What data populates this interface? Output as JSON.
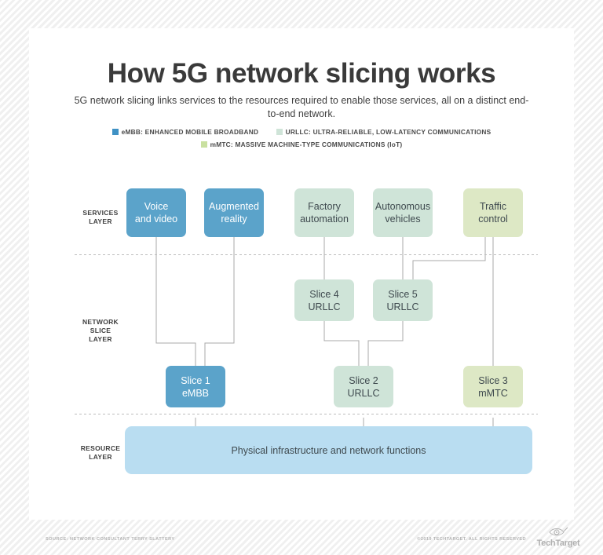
{
  "header": {
    "title": "How 5G network slicing works",
    "subtitle": "5G network slicing links services to the resources required to enable those services, all on a distinct end-to-end network."
  },
  "legend": {
    "items": [
      {
        "label": "eMBB: ENHANCED MOBILE BROADBAND",
        "color": "#3f91c4"
      },
      {
        "label": "URLLC: ULTRA-RELIABLE, LOW-LATENCY COMMUNICATIONS",
        "color": "#cfe4d8"
      },
      {
        "label": "mMTC: MASSIVE MACHINE-TYPE COMMUNICATIONS (IoT)",
        "color": "#c9e0a0"
      }
    ]
  },
  "layers": [
    {
      "name": "services",
      "label": "SERVICES\nLAYER",
      "label_lines": [
        "SERVICES",
        "LAYER"
      ]
    },
    {
      "name": "network-slice",
      "label_lines": [
        "NETWORK",
        "SLICE",
        "LAYER"
      ]
    },
    {
      "name": "resource",
      "label_lines": [
        "RESOURCE",
        "LAYER"
      ]
    }
  ],
  "services": [
    {
      "id": "voice-and-video",
      "lines": [
        "Voice",
        "and video"
      ],
      "category": "eMBB",
      "color": "#5ba3ca"
    },
    {
      "id": "augmented-reality",
      "lines": [
        "Augmented",
        "reality"
      ],
      "category": "eMBB",
      "color": "#5ba3ca"
    },
    {
      "id": "factory-automation",
      "lines": [
        "Factory",
        "automation"
      ],
      "category": "URLLC",
      "color": "#cfe4d8"
    },
    {
      "id": "autonomous-vehicles",
      "lines": [
        "Autonomous",
        "vehicles"
      ],
      "category": "URLLC",
      "color": "#cfe4d8"
    },
    {
      "id": "traffic-control",
      "lines": [
        "Traffic",
        "control"
      ],
      "category": "mMTC",
      "color": "#dde8c5"
    }
  ],
  "slices": [
    {
      "id": "slice-4",
      "lines": [
        "Slice 4",
        "URLLC"
      ],
      "category": "URLLC",
      "color": "#cfe4d8"
    },
    {
      "id": "slice-5",
      "lines": [
        "Slice 5",
        "URLLC"
      ],
      "category": "URLLC",
      "color": "#cfe4d8"
    },
    {
      "id": "slice-1",
      "lines": [
        "Slice 1",
        "eMBB"
      ],
      "category": "eMBB",
      "color": "#5ba3ca"
    },
    {
      "id": "slice-2",
      "lines": [
        "Slice 2",
        "URLLC"
      ],
      "category": "URLLC",
      "color": "#cfe4d8"
    },
    {
      "id": "slice-3",
      "lines": [
        "Slice 3",
        "mMTC"
      ],
      "category": "mMTC",
      "color": "#dde8c5"
    }
  ],
  "resource": {
    "label": "Physical infrastructure and network functions",
    "color": "#b9ddf1"
  },
  "footer": {
    "source": "SOURCE: NETWORK CONSULTANT TERRY SLATTERY",
    "copyright": "©2019 TECHTARGET. ALL RIGHTS RESERVED",
    "brand": "TechTarget"
  }
}
